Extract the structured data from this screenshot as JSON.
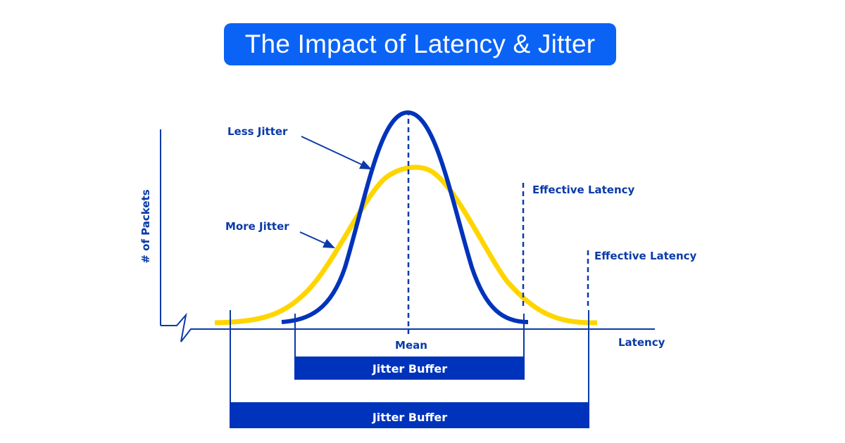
{
  "title": "The Impact of Latency & Jitter",
  "colors": {
    "title_bg": "#0b63f6",
    "title_text": "#ffffff",
    "primary_blue": "#0033bb",
    "line_blue": "#0a3aa8",
    "yellow": "#ffd500",
    "background": "#ffffff"
  },
  "axes": {
    "y_label": "# of Packets",
    "x_label": "Latency"
  },
  "annotations": {
    "less_jitter": "Less Jitter",
    "more_jitter": "More Jitter",
    "mean": "Mean",
    "effective_latency_narrow": "Effective Latency",
    "effective_latency_wide": "Effective Latency"
  },
  "buffers": {
    "narrow": "Jitter Buffer",
    "wide": "Jitter Buffer"
  },
  "chart_data": {
    "type": "line",
    "title": "The Impact of Latency & Jitter",
    "xlabel": "Latency",
    "ylabel": "# of Packets",
    "series": [
      {
        "name": "Less Jitter",
        "color": "#0033bb",
        "shape": "narrow bell curve",
        "relative_peak": 1.0
      },
      {
        "name": "More Jitter",
        "color": "#ffd500",
        "shape": "wide bell curve",
        "relative_peak": 0.75
      }
    ],
    "markers": [
      "Mean",
      "Effective Latency (less jitter)",
      "Effective Latency (more jitter)"
    ],
    "ranges": [
      {
        "label": "Jitter Buffer",
        "series": "Less Jitter"
      },
      {
        "label": "Jitter Buffer",
        "series": "More Jitter"
      }
    ],
    "grid": false
  }
}
